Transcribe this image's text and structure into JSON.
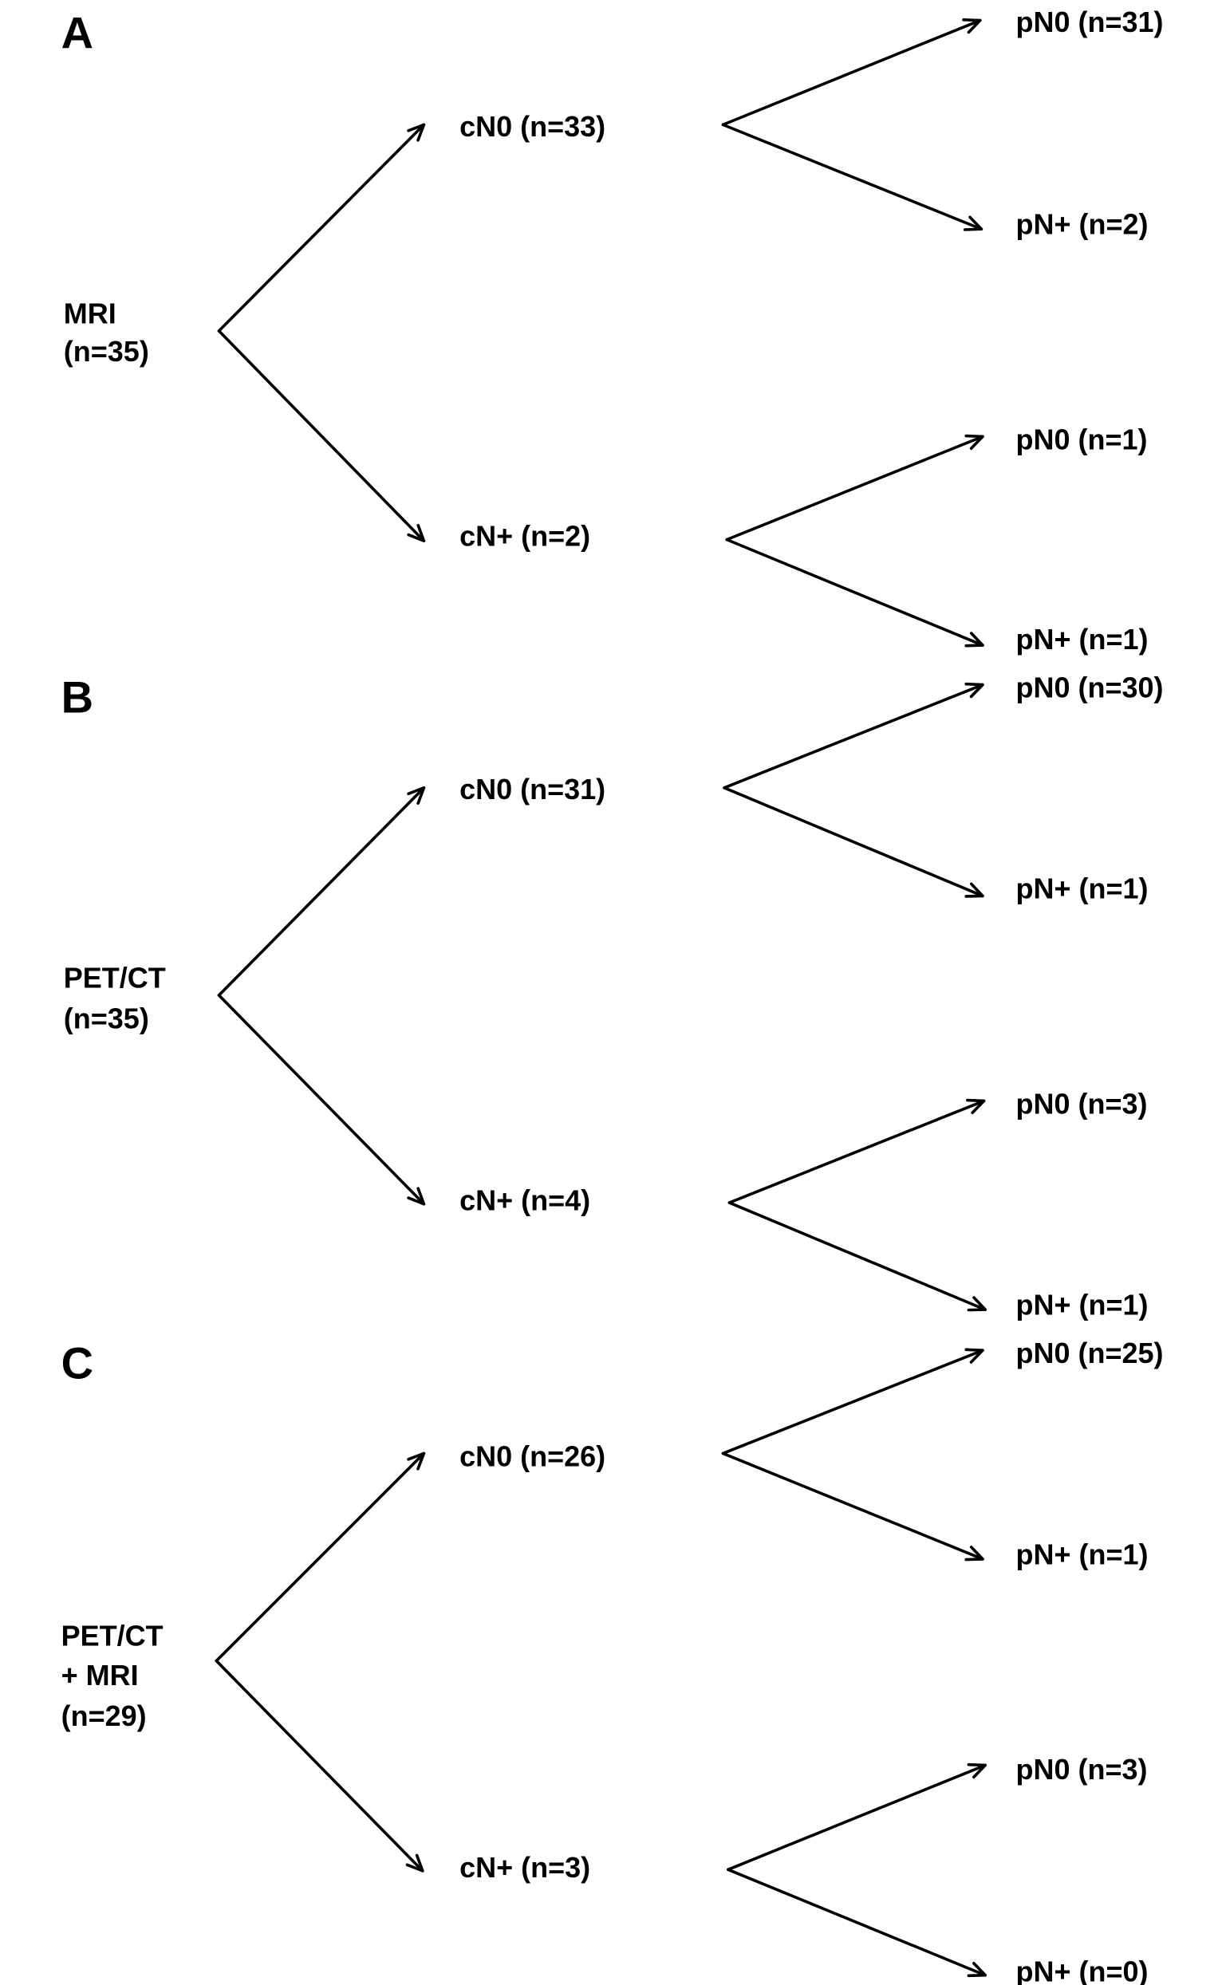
{
  "panels": [
    {
      "letter": "A",
      "root": {
        "label_lines": [
          "MRI",
          "(n=35)"
        ]
      },
      "cn0": {
        "label": "cN0 (n=33)",
        "pn0": "pN0 (n=31)",
        "pnplus": "pN+ (n=2)"
      },
      "cnplus": {
        "label": "cN+ (n=2)",
        "pn0": "pN0 (n=1)",
        "pnplus": "pN+ (n=1)"
      }
    },
    {
      "letter": "B",
      "root": {
        "label_lines": [
          "PET/CT",
          "(n=35)"
        ]
      },
      "cn0": {
        "label": "cN0 (n=31)",
        "pn0": "pN0 (n=30)",
        "pnplus": "pN+ (n=1)"
      },
      "cnplus": {
        "label": "cN+ (n=4)",
        "pn0": "pN0 (n=3)",
        "pnplus": "pN+ (n=1)"
      }
    },
    {
      "letter": "C",
      "root": {
        "label_lines": [
          "PET/CT",
          "+ MRI",
          "(n=29)"
        ]
      },
      "cn0": {
        "label": "cN0 (n=26)",
        "pn0": "pN0 (n=25)",
        "pnplus": "pN+ (n=1)"
      },
      "cnplus": {
        "label": "cN+ (n=3)",
        "pn0": "pN0 (n=3)",
        "pnplus": "pN+ (n=0)"
      }
    }
  ]
}
